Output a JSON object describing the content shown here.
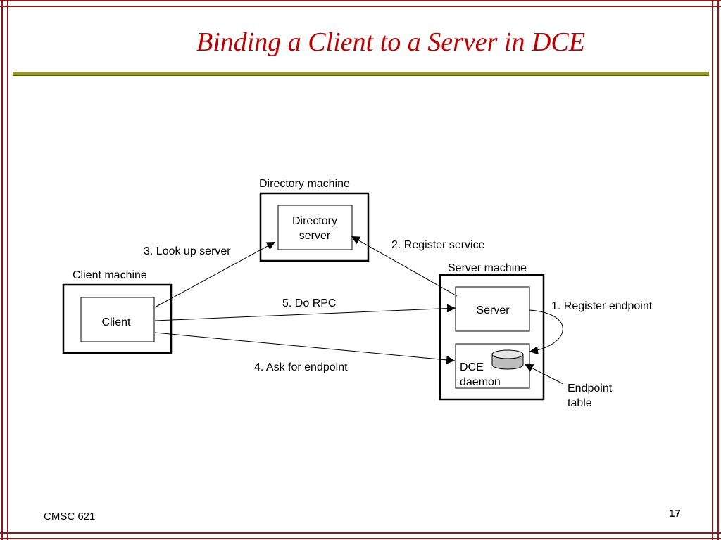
{
  "slide": {
    "title": "Binding a Client to a Server in DCE",
    "footer_course": "CMSC 621",
    "page_number": "17",
    "accent_color": "#8b1a1a",
    "title_color": "#c00000",
    "rule_color": "#9a9a20"
  },
  "diagram": {
    "machines": {
      "directory": "Directory machine",
      "client": "Client machine",
      "server": "Server machine"
    },
    "boxes": {
      "directory_server": [
        "Directory",
        "server"
      ],
      "client": "Client",
      "server": "Server",
      "dce_daemon": [
        "DCE",
        "daemon"
      ]
    },
    "steps": {
      "register_endpoint": "1. Register endpoint",
      "register_service": "2. Register service",
      "look_up_server": "3. Look up server",
      "ask_for_endpoint": "4. Ask for endpoint",
      "do_rpc": "5. Do RPC"
    },
    "endpoint_table": [
      "Endpoint",
      "table"
    ]
  }
}
